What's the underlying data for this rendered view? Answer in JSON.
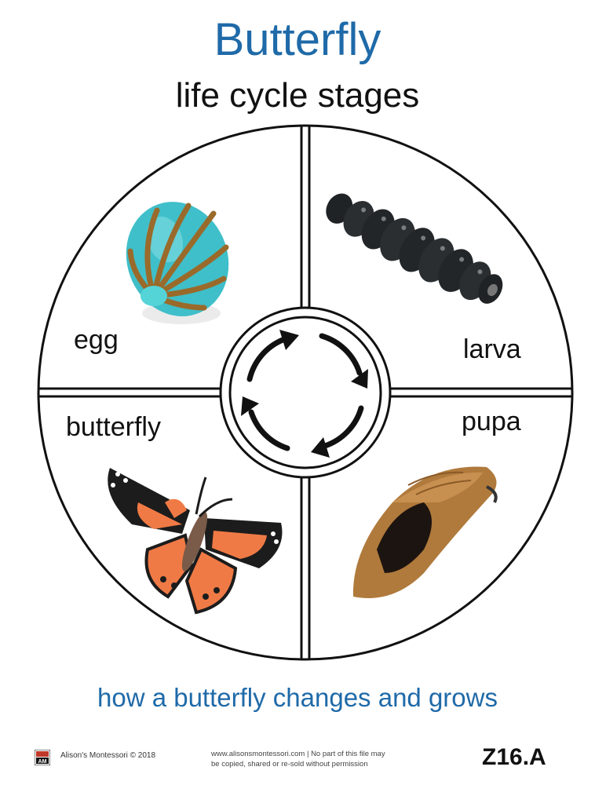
{
  "header": {
    "title": "Butterfly",
    "subtitle": "life cycle stages"
  },
  "stages": [
    {
      "label": "egg",
      "icon": "egg-icon"
    },
    {
      "label": "larva",
      "icon": "larva-icon"
    },
    {
      "label": "pupa",
      "icon": "pupa-icon"
    },
    {
      "label": "butterfly",
      "icon": "butterfly-icon"
    }
  ],
  "center": {
    "icon": "cycle-arrows-icon"
  },
  "tagline": "how a butterfly changes and grows",
  "footer": {
    "copyright": "Alison's Montessori © 2018",
    "notice_line1": "www.alisonsmontessori.com | No part of this file may",
    "notice_line2": "be copied, shared or re-sold without permission",
    "code": "Z16.A"
  },
  "colors": {
    "title_blue": "#1f6aa8",
    "egg_turquoise": "#3fbfc9",
    "egg_stripes": "#9a6a2a",
    "larva_black": "#222628",
    "pupa_brown": "#b07a3c",
    "butterfly_orange": "#f07a45"
  }
}
